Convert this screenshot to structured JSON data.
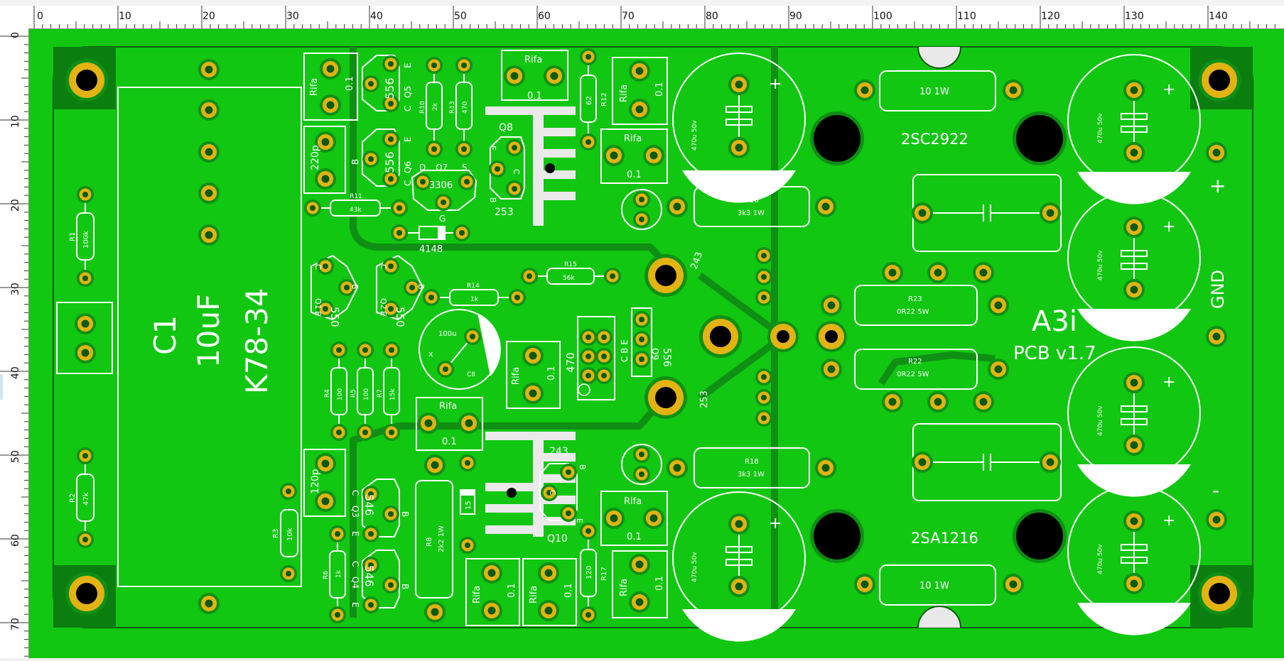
{
  "ruler": {
    "unit": "mm",
    "top_labels": [
      "0",
      "10",
      "20",
      "30",
      "40",
      "50",
      "60",
      "70",
      "80",
      "90",
      "100",
      "110",
      "120",
      "130",
      "140"
    ],
    "left_labels": [
      "0",
      "10",
      "20",
      "30",
      "40",
      "50",
      "60",
      "70"
    ]
  },
  "board": {
    "title": "A3i",
    "version": "PCB v1.7",
    "terminals": {
      "plus": "+",
      "gnd": "GND",
      "minus": "-"
    },
    "colors": {
      "board": "#11c711",
      "pad": "#e3b313",
      "silk": "#ffffff",
      "trace": "#0f8f14",
      "mask": "#0a7f10"
    },
    "components": {
      "c1_ref": "C1",
      "c1_value": "10uF",
      "c1_type": "K78-34",
      "r1": "R1",
      "r1_val": "100k",
      "r2": "R2",
      "r2_val": "47k",
      "r3": "R3",
      "r3_val": "10k",
      "r4": "R4",
      "r4_val": "100",
      "r5": "R5",
      "r5_val": "100",
      "r6": "R6",
      "r6_val": "1k",
      "r7": "R7",
      "r7_val": "15k",
      "r8": "R8",
      "r8_val": "2k2 1W",
      "r10": "R10",
      "r10_val": "2k",
      "r11": "R11",
      "r11_val": "43k",
      "r12": "R12",
      "r12_val": "62",
      "r13": "R13",
      "r13_val": "470",
      "r14": "R14",
      "r14_val": "1k",
      "r15": "R15",
      "r15_val": "56k",
      "r16": "R16",
      "r16_val": "3k3 1W",
      "r17": "R17",
      "r17_val": "120",
      "r18": "R18",
      "r18_val": "3k3 1W",
      "r22": "R22",
      "r22_val": "0R22 5W",
      "r23": "R23",
      "r23_val": "0R22 5W",
      "r_top": "10 1W",
      "r_bot": "10 1W",
      "rifa": "Rifa",
      "rifa_val": "0.1",
      "c_220p": "220p",
      "c_120p": "120p",
      "c8": "C8",
      "c8_val": "100u",
      "cap_big": "470u 50v",
      "q5": "Q5",
      "q5_type": "556",
      "q6": "Q6",
      "q6_type": "556",
      "q7": "Q7",
      "q7_type": "3306",
      "q8": "Q8",
      "q8_type": "253",
      "q9": "Q9",
      "q9_type": "556",
      "q10": "Q10",
      "q10_type": "243",
      "q1_type": "550",
      "q1": "Q1",
      "q2_type": "550",
      "q2": "Q2",
      "q3_type": "546",
      "q3": "Q3",
      "q4_type": "546",
      "q4": "Q4",
      "diode": "4148",
      "pot": "470",
      "t_top": "2SC2922",
      "t_bot": "2SA1216",
      "drv_top": "243",
      "drv_bot": "253",
      "pin_e": "E",
      "pin_b": "B",
      "pin_c": "C",
      "pin_d": "D",
      "pin_s": "S",
      "pin_g": "G",
      "plus_sign": "+",
      "x_sign": "x",
      "ce_label": "C B E"
    }
  }
}
